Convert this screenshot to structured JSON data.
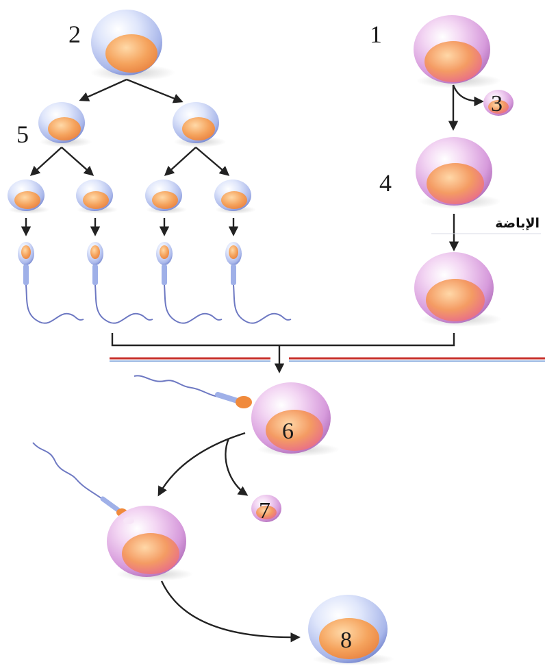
{
  "labels": {
    "n1": "1",
    "n2": "2",
    "n3": "3",
    "n4": "4",
    "n5": "5",
    "n6": "6",
    "n7": "7",
    "n8": "8",
    "ovulation": "الإباضة"
  },
  "colors": {
    "egg_membrane": "#e6b6e8",
    "egg_cytoplasm": "#f08a55",
    "sperm_cell_membrane": "#b8c8f0",
    "sperm_cytoplasm": "#f2a15d",
    "separator_red": "#c8322d",
    "separator_blue": "#7aa0d8"
  }
}
